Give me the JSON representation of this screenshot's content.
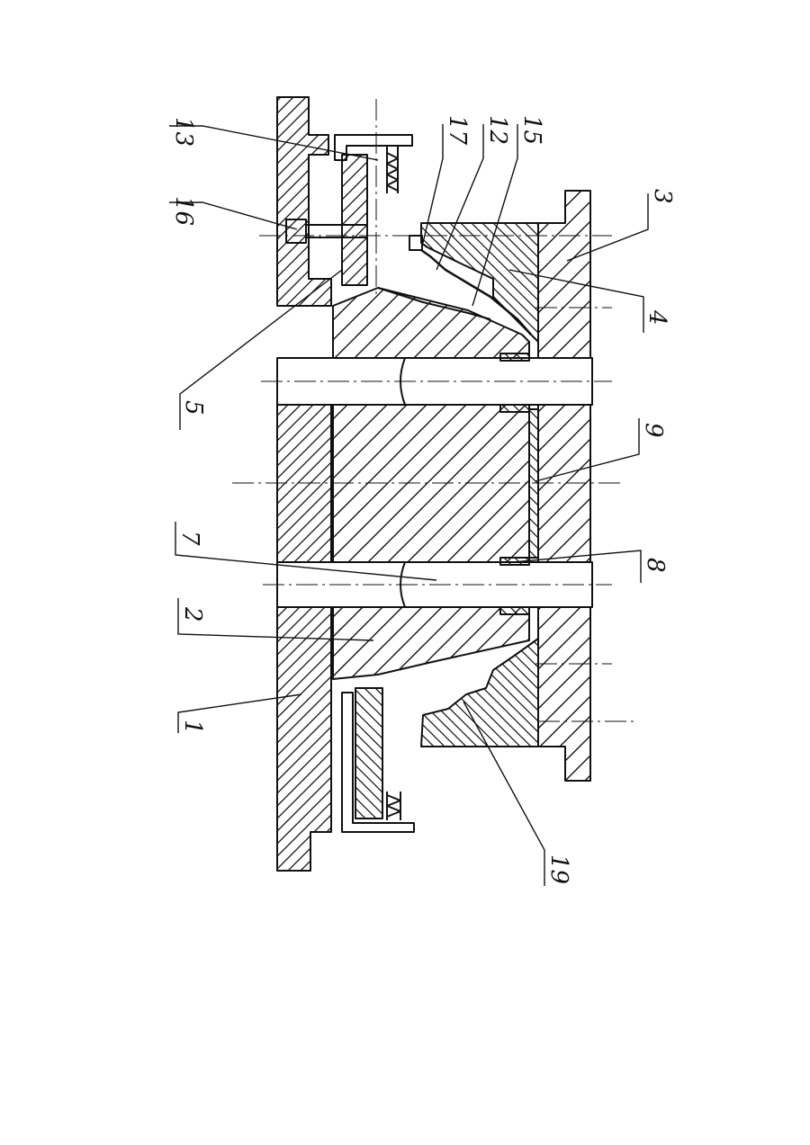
{
  "diagram": {
    "colors": {
      "ink": "#111111",
      "paper": "#ffffff"
    },
    "callouts": [
      {
        "id": "label-13",
        "text": "13"
      },
      {
        "id": "label-16",
        "text": "16"
      },
      {
        "id": "label-17",
        "text": "17"
      },
      {
        "id": "label-12",
        "text": "12"
      },
      {
        "id": "label-15",
        "text": "15"
      },
      {
        "id": "label-3",
        "text": "3"
      },
      {
        "id": "label-4",
        "text": "4"
      },
      {
        "id": "label-5",
        "text": "5"
      },
      {
        "id": "label-9",
        "text": "9"
      },
      {
        "id": "label-7",
        "text": "7"
      },
      {
        "id": "label-8",
        "text": "8"
      },
      {
        "id": "label-2",
        "text": "2"
      },
      {
        "id": "label-1",
        "text": "1"
      },
      {
        "id": "label-19",
        "text": "19"
      }
    ]
  }
}
